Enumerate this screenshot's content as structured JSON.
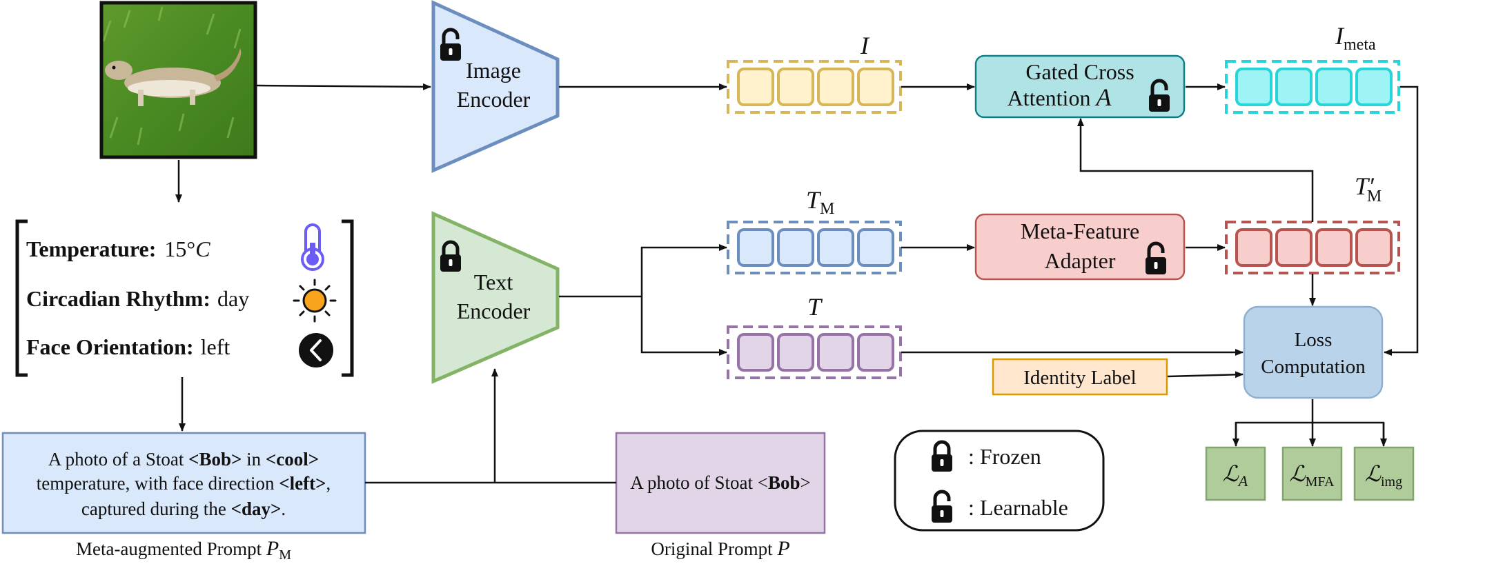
{
  "colors": {
    "frozen_encoder_image_fill": "#dae8fc",
    "frozen_encoder_image_stroke": "#6c8ebf",
    "text_encoder_fill": "#d5e8d4",
    "text_encoder_stroke": "#82b366",
    "gated_fill": "#b0e3e6",
    "gated_stroke": "#0e8088",
    "adapter_fill": "#f8cecc",
    "adapter_stroke": "#b85450",
    "loss_fill": "#b9d3ea",
    "loss_stroke": "#8fb0cf",
    "identity_fill": "#ffe6cc",
    "identity_stroke": "#d79b00",
    "prompt_meta_fill": "#dae8fc",
    "prompt_meta_stroke": "#6c8ebf",
    "prompt_orig_fill": "#e1d5e7",
    "prompt_orig_stroke": "#9673a6",
    "token_i": "#d6b656",
    "token_i_fill": "#fff2cc",
    "token_meta": "#27d4d8",
    "token_meta_fill": "#9ef3f5",
    "token_tm": "#6c8ebf",
    "token_t": "#9673a6",
    "token_tmp": "#b85450",
    "loss_out_fill": "#b0cc9a",
    "loss_out_stroke": "#82a66e"
  },
  "image_encoder": {
    "line1": "Image",
    "line2": "Encoder"
  },
  "text_encoder": {
    "line1": "Text",
    "line2": "Encoder"
  },
  "gated": {
    "line1": "Gated Cross",
    "line2": "Attention",
    "symbol": "A"
  },
  "adapter": {
    "line1": "Meta-Feature",
    "line2": "Adapter"
  },
  "loss": {
    "line1": "Loss",
    "line2": "Computation"
  },
  "identity_label": "Identity Label",
  "tokens": {
    "i": {
      "main": "I",
      "sub": ""
    },
    "i_meta": {
      "main": "I",
      "sub": "meta"
    },
    "t_m": {
      "main": "T",
      "sub": "M"
    },
    "t_m_prime": {
      "main": "T′",
      "sub": "M"
    },
    "t": {
      "main": "T",
      "sub": ""
    }
  },
  "metadata": {
    "temperature_label": "Temperature:",
    "temperature_value": "15°",
    "temperature_unit": "C",
    "circadian_label": "Circadian Rhythm:",
    "circadian_value": "day",
    "face_label": "Face Orientation:",
    "face_value": "left"
  },
  "meta_prompt": {
    "l1_a": "A photo of a Stoat ",
    "l1_b": "<Bob>",
    "l1_c": " in ",
    "l1_d": "<cool>",
    "l2_a": "temperature, with face direction ",
    "l2_b": "<left>",
    "l2_c": ",",
    "l3_a": "captured during the ",
    "l3_b": "<day>",
    "l3_c": ".",
    "caption": "Meta-augmented Prompt ",
    "caption_symbol": "P",
    "caption_sub": "M"
  },
  "orig_prompt": {
    "text_a": "A photo of Stoat <",
    "text_b": "Bob",
    "text_c": ">",
    "caption": "Original Prompt ",
    "caption_symbol": "P"
  },
  "legend": {
    "frozen": ": Frozen",
    "learnable": ": Learnable"
  },
  "losses": [
    {
      "main": "ℒ",
      "sub": "A"
    },
    {
      "main": "ℒ",
      "sub": "MFA"
    },
    {
      "main": "ℒ",
      "sub": "img"
    }
  ]
}
